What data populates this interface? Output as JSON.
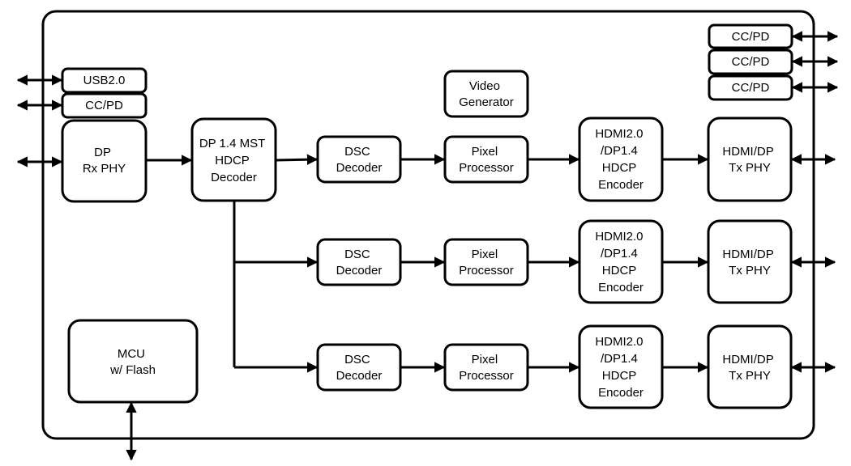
{
  "diagram": {
    "blocks": {
      "usb": "USB2.0",
      "ccpd_left": "CC/PD",
      "dp_rx": [
        "DP",
        "Rx PHY"
      ],
      "mst": [
        "DP 1.4 MST",
        "HDCP",
        "Decoder"
      ],
      "video_gen": [
        "Video",
        "Generator"
      ],
      "mcu": [
        "MCU",
        "w/ Flash"
      ],
      "ccpd_right": [
        "CC/PD",
        "CC/PD",
        "CC/PD"
      ],
      "dsc": [
        "DSC",
        "Decoder"
      ],
      "pixel": [
        "Pixel",
        "Processor"
      ],
      "encoder": [
        "HDMI2.0",
        "/DP1.4",
        "HDCP",
        "Encoder"
      ],
      "tx_phy": [
        "HDMI/DP",
        "Tx PHY"
      ]
    }
  }
}
